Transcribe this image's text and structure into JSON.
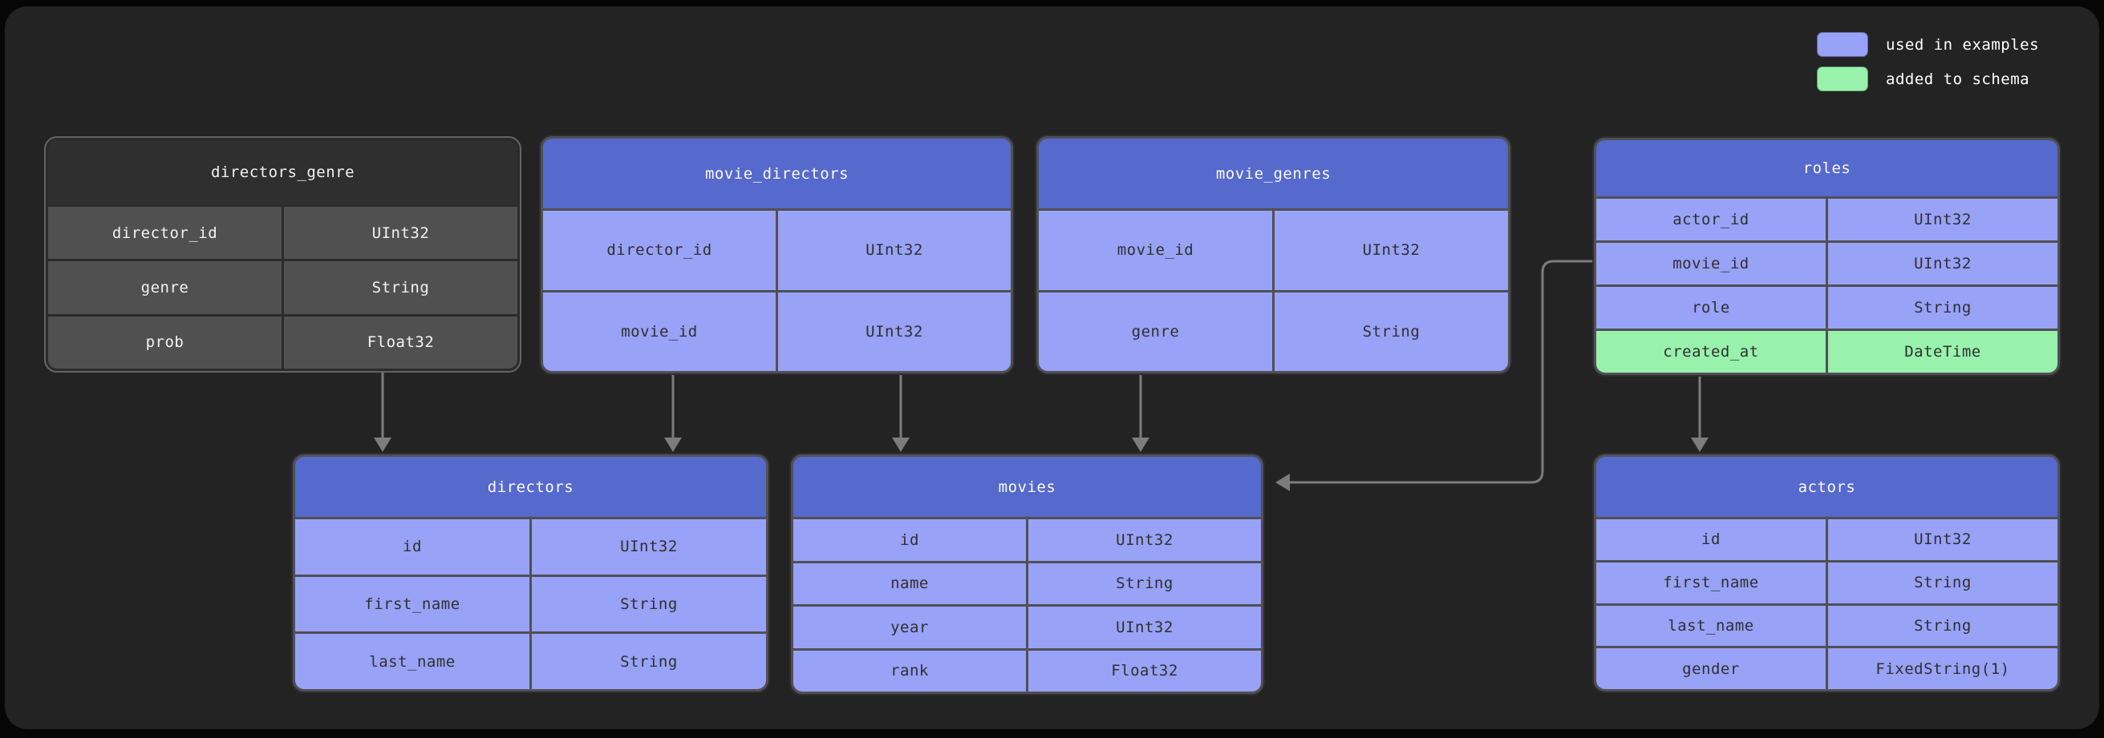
{
  "legend": {
    "items": [
      {
        "label": "used in examples",
        "color": "#98a2f6"
      },
      {
        "label": "added to schema",
        "color": "#98f2ab"
      }
    ]
  },
  "tables": [
    {
      "name": "directors_genre",
      "variant": "gray",
      "rows": [
        {
          "field": "director_id",
          "type": "UInt32"
        },
        {
          "field": "genre",
          "type": "String"
        },
        {
          "field": "prob",
          "type": "Float32"
        }
      ]
    },
    {
      "name": "movie_directors",
      "variant": "blue",
      "rows": [
        {
          "field": "director_id",
          "type": "UInt32"
        },
        {
          "field": "movie_id",
          "type": "UInt32"
        }
      ]
    },
    {
      "name": "movie_genres",
      "variant": "blue",
      "rows": [
        {
          "field": "movie_id",
          "type": "UInt32"
        },
        {
          "field": "genre",
          "type": "String"
        }
      ]
    },
    {
      "name": "roles",
      "variant": "blue",
      "rows": [
        {
          "field": "actor_id",
          "type": "UInt32"
        },
        {
          "field": "movie_id",
          "type": "UInt32"
        },
        {
          "field": "role",
          "type": "String"
        },
        {
          "field": "created_at",
          "type": "DateTime",
          "highlight": "added_to_schema"
        }
      ]
    },
    {
      "name": "directors",
      "variant": "blue",
      "rows": [
        {
          "field": "id",
          "type": "UInt32"
        },
        {
          "field": "first_name",
          "type": "String"
        },
        {
          "field": "last_name",
          "type": "String"
        }
      ]
    },
    {
      "name": "movies",
      "variant": "blue",
      "rows": [
        {
          "field": "id",
          "type": "UInt32"
        },
        {
          "field": "name",
          "type": "String"
        },
        {
          "field": "year",
          "type": "UInt32"
        },
        {
          "field": "rank",
          "type": "Float32"
        }
      ]
    },
    {
      "name": "actors",
      "variant": "blue",
      "rows": [
        {
          "field": "id",
          "type": "UInt32"
        },
        {
          "field": "first_name",
          "type": "String"
        },
        {
          "field": "last_name",
          "type": "String"
        },
        {
          "field": "gender",
          "type": "FixedString(1)"
        }
      ]
    }
  ],
  "relationships": [
    {
      "from": "directors_genre",
      "to": "directors"
    },
    {
      "from": "movie_directors.director_id",
      "to": "directors"
    },
    {
      "from": "movie_directors.movie_id",
      "to": "movies"
    },
    {
      "from": "movie_genres.movie_id",
      "to": "movies"
    },
    {
      "from": "roles.movie_id",
      "to": "movies"
    },
    {
      "from": "roles.actor_id",
      "to": "actors"
    }
  ],
  "colors": {
    "background": "#232323",
    "table_header_blue": "#5669cc",
    "table_cell_blue": "#98a2f6",
    "table_cell_green": "#98f2ab",
    "table_header_gray": "#2f2f2f",
    "table_cell_gray": "#505050",
    "arrow": "#7c7c7c"
  }
}
